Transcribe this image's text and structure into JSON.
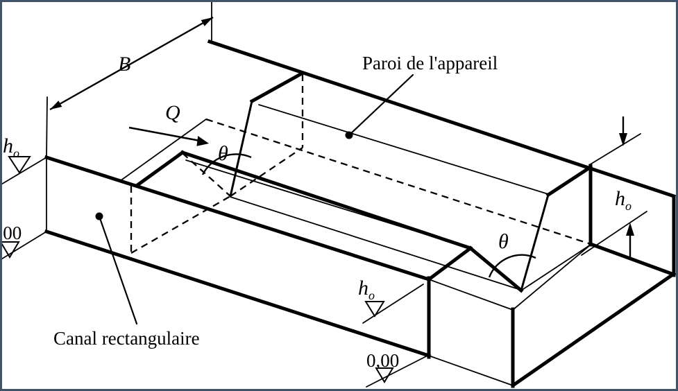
{
  "figure_labels": {
    "width": "B",
    "discharge": "Q",
    "theta": "θ",
    "head_main": "h",
    "head_sub": "o",
    "datum": "0,00",
    "device_wall": "Paroi de l'appareil",
    "channel": "Canal rectangulaire"
  },
  "colors": {
    "ink": "#000000",
    "paper": "#ffffff",
    "frame": "#42546a"
  }
}
